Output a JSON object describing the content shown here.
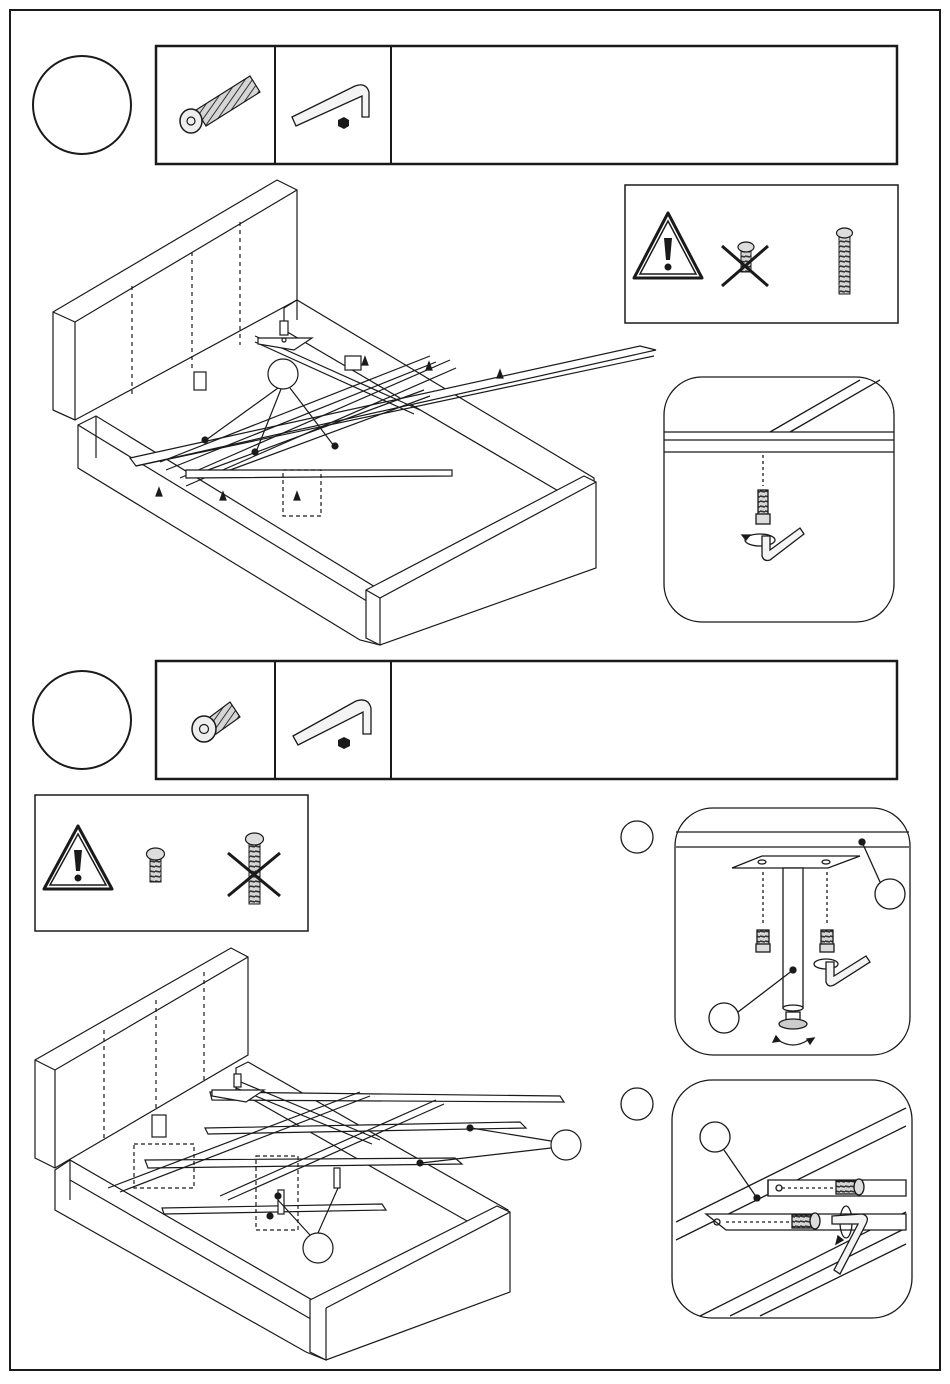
{
  "page": {
    "type": "assembly-instructions",
    "steps": [
      {
        "step_number": "",
        "parts": [
          "long-bolt",
          "allen-key"
        ],
        "instruction_text": "",
        "warning": {
          "icon": "warning-triangle-icon",
          "wrong_part": "short-bolt",
          "correct_part": "long-bolt"
        },
        "details": [
          {
            "callout": "",
            "part": "long-bolt",
            "tool": "allen-key"
          }
        ]
      },
      {
        "step_number": "",
        "parts": [
          "short-bolt",
          "allen-key"
        ],
        "instruction_text": "",
        "warning": {
          "icon": "warning-triangle-icon",
          "wrong_part": "long-bolt",
          "correct_part": "short-bolt"
        },
        "details": [
          {
            "label": "",
            "callouts": [
              "",
              ""
            ],
            "part": "short-bolt",
            "tool": "allen-key"
          },
          {
            "label": "",
            "callouts": [
              ""
            ],
            "part": "short-bolt",
            "tool": "allen-key"
          }
        ]
      }
    ],
    "colors": {
      "line": "#1a1a1a",
      "background": "#ffffff",
      "bolt_fill": "#bdbdbd"
    }
  }
}
